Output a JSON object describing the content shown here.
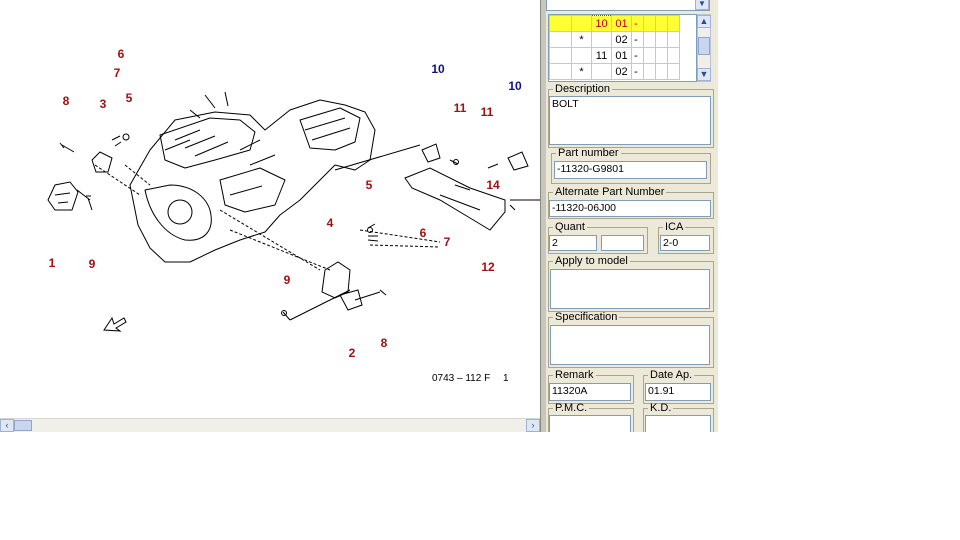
{
  "diagram": {
    "callouts": [
      {
        "text": "6",
        "color": "red"
      },
      {
        "text": "7",
        "color": "red"
      },
      {
        "text": "8",
        "color": "red"
      },
      {
        "text": "3",
        "color": "red"
      },
      {
        "text": "5",
        "color": "red"
      },
      {
        "text": "1",
        "color": "red"
      },
      {
        "text": "9",
        "color": "red"
      },
      {
        "text": "10",
        "color": "blue"
      },
      {
        "text": "11",
        "color": "red"
      },
      {
        "text": "10",
        "color": "blue"
      },
      {
        "text": "11",
        "color": "red"
      },
      {
        "text": "5",
        "color": "red"
      },
      {
        "text": "14",
        "color": "red"
      },
      {
        "text": "4",
        "color": "red"
      },
      {
        "text": "6",
        "color": "red"
      },
      {
        "text": "7",
        "color": "red"
      },
      {
        "text": "12",
        "color": "red"
      },
      {
        "text": "9",
        "color": "red"
      },
      {
        "text": "2",
        "color": "red"
      },
      {
        "text": "8",
        "color": "red"
      }
    ],
    "stamp": "0743 – 112 F",
    "page": "1"
  },
  "grid": {
    "rows": [
      {
        "a": "",
        "b": "",
        "c": "10",
        "d": "01",
        "e": "-",
        "selected": true
      },
      {
        "a": "",
        "b": "*",
        "c": "",
        "d": "02",
        "e": "-",
        "selected": false
      },
      {
        "a": "",
        "b": "",
        "c": "11",
        "d": "01",
        "e": "-",
        "selected": false
      },
      {
        "a": "",
        "b": "*",
        "c": "",
        "d": "02",
        "e": "-",
        "selected": false
      }
    ]
  },
  "fields": {
    "description": {
      "label": "Description",
      "value": "BOLT"
    },
    "part_number": {
      "label": "Part number",
      "value": "-11320-G9801"
    },
    "alternate": {
      "label": "Alternate Part Number",
      "value": "-11320-06J00"
    },
    "quant": {
      "label": "Quant",
      "value": "2",
      "value2": ""
    },
    "ica": {
      "label": "ICA",
      "value": "2-0"
    },
    "apply": {
      "label": "Apply to model",
      "value": ""
    },
    "spec": {
      "label": "Specification",
      "value": ""
    },
    "remark": {
      "label": "Remark",
      "value": "11320A"
    },
    "date": {
      "label": "Date Ap.",
      "value": "01.91"
    },
    "pmc": {
      "label": "P.M.C.",
      "value": ""
    },
    "kd": {
      "label": "K.D.",
      "value": ""
    }
  },
  "colors": {
    "red_label": "#a01010",
    "blue_label": "#101080",
    "selected_row": "#ffff33",
    "panel_bg": "#ece9d8"
  },
  "icons": [
    "scroll-left-icon",
    "scroll-right-icon",
    "scroll-up-icon",
    "scroll-down-icon",
    "dropdown-arrow-icon",
    "front-direction-arrow-icon"
  ]
}
